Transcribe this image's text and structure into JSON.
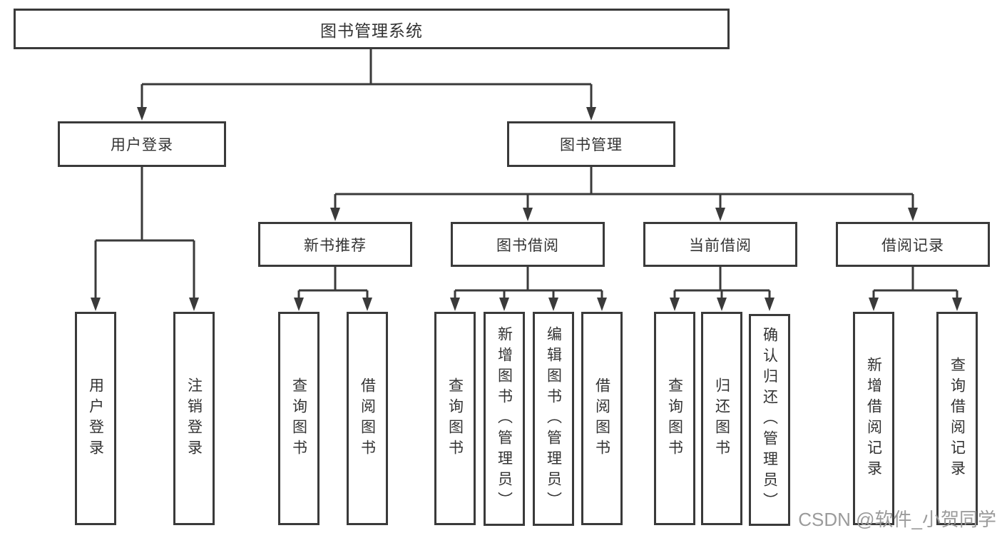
{
  "diagram": {
    "root": {
      "label": "图书管理系统"
    },
    "level2": [
      {
        "label": "用户登录"
      },
      {
        "label": "图书管理"
      }
    ],
    "level3": [
      {
        "label": "新书推荐"
      },
      {
        "label": "图书借阅"
      },
      {
        "label": "当前借阅"
      },
      {
        "label": "借阅记录"
      }
    ],
    "leaves": {
      "user_login": [
        {
          "label": "用户登录"
        },
        {
          "label": "注销登录"
        }
      ],
      "new_books": [
        {
          "label": "查询图书"
        },
        {
          "label": "借阅图书"
        }
      ],
      "book_borrow": [
        {
          "label": "查询图书"
        },
        {
          "label": "新增图书（管理员）"
        },
        {
          "label": "编辑图书（管理员）"
        },
        {
          "label": "借阅图书"
        }
      ],
      "current_borrow": [
        {
          "label": "查询图书"
        },
        {
          "label": "归还图书"
        },
        {
          "label": "确认归还（管理员）"
        }
      ],
      "borrow_records": [
        {
          "label": "新增借阅记录"
        },
        {
          "label": "查询借阅记录"
        }
      ]
    },
    "watermark": "CSDN @软件_小贺同学",
    "colors": {
      "line": "#3a3a3a",
      "text": "#333333",
      "background": "#ffffff",
      "watermark": "#9b9b9b"
    }
  }
}
